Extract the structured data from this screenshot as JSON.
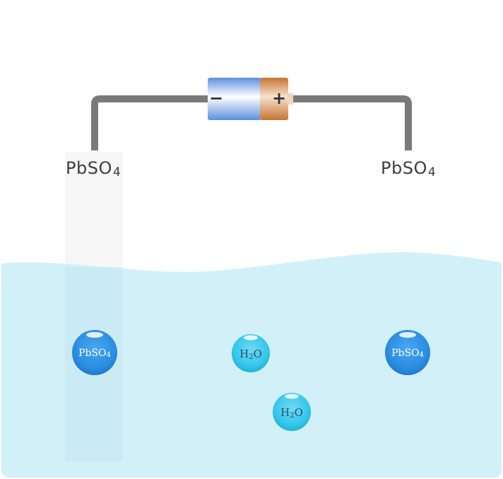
{
  "battery": {
    "negative_symbol": "−",
    "positive_symbol": "+"
  },
  "electrodes": {
    "left": {
      "label_main": "PbSO",
      "label_sub": "4"
    },
    "right": {
      "label_main": "PbSO",
      "label_sub": "4"
    }
  },
  "molecules": [
    {
      "formula_a": "PbSO",
      "formula_sub": "4",
      "formula_b": ""
    },
    {
      "formula_a": "H",
      "formula_sub": "2",
      "formula_b": "O"
    },
    {
      "formula_a": "PbSO",
      "formula_sub": "4",
      "formula_b": ""
    },
    {
      "formula_a": "H",
      "formula_sub": "2",
      "formula_b": "O"
    }
  ],
  "colors": {
    "wire": "#7a7a7a",
    "electrolyte": "#d2f0f8",
    "battery_negative": "#6a9ee8",
    "battery_positive": "#c97a3a",
    "pbso4_molecule": "#2a8de2",
    "h2o_molecule": "#33c6ea"
  }
}
